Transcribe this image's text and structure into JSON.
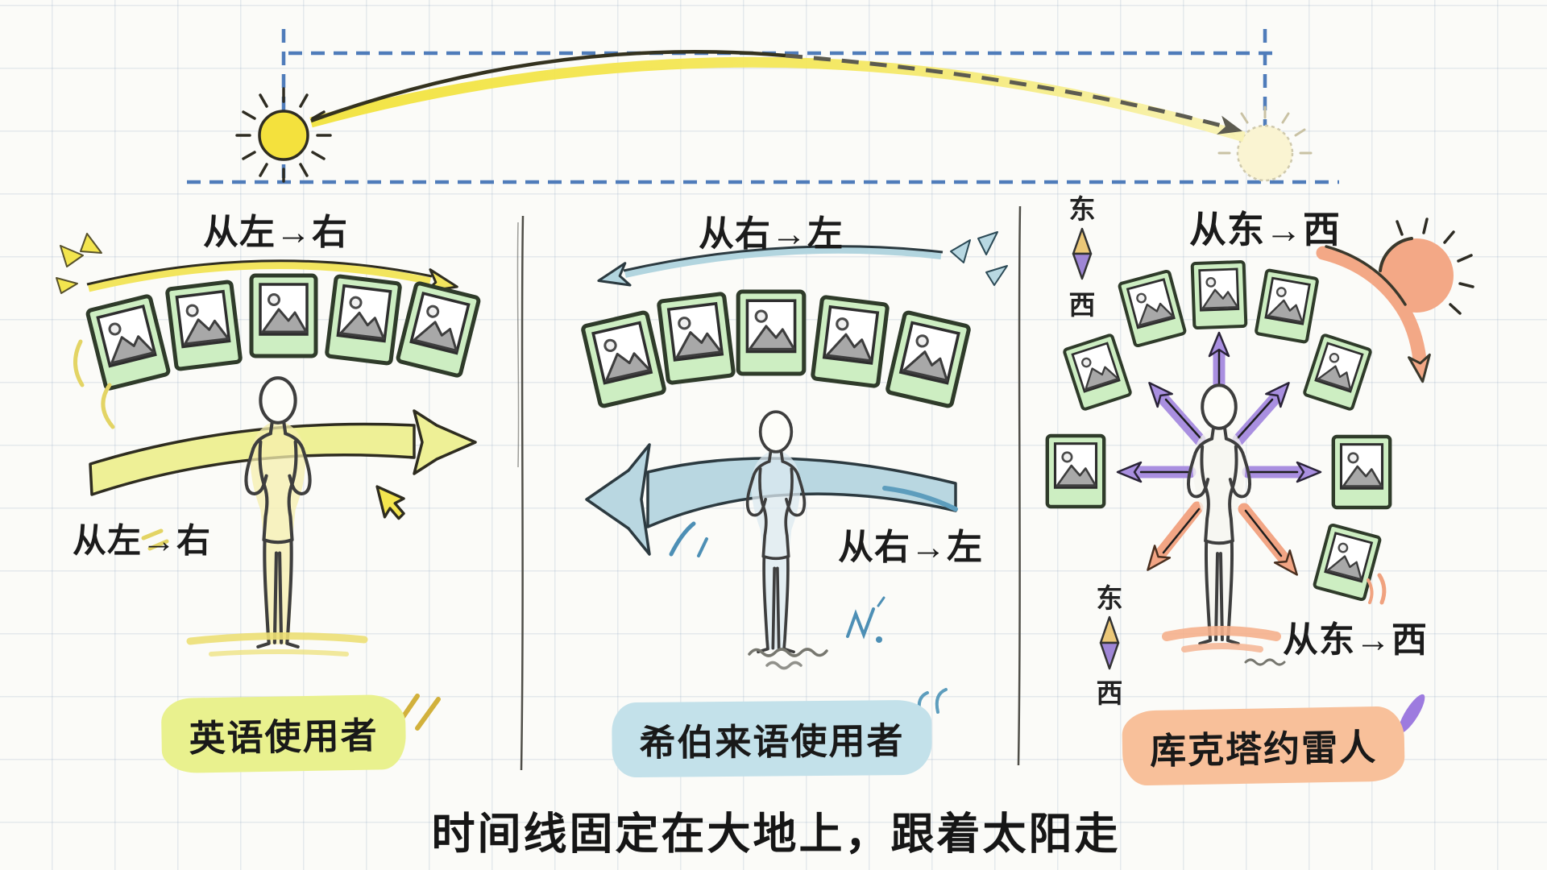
{
  "caption": "时间线固定在大地上，跟着太阳走",
  "panels": [
    {
      "id": "english",
      "name": "英语使用者",
      "top_direction": "从左→右",
      "figure_direction": "从左→右",
      "accent_color": "#e9f18e"
    },
    {
      "id": "hebrew",
      "name": "希伯来语使用者",
      "top_direction": "从右→左",
      "figure_direction": "从右→左",
      "accent_color": "#c3e1ea"
    },
    {
      "id": "kuuk-thaayorre",
      "name": "库克塔约雷人",
      "top_direction": "从东→西",
      "figure_direction": "从东→西",
      "accent_color": "#f8c09a",
      "compass_upper": {
        "east": "东",
        "west": "西"
      },
      "compass_lower": {
        "east": "东",
        "west": "西"
      }
    }
  ],
  "colors": {
    "sun_bright": "#f4e13d",
    "sun_faded": "#faf4d2",
    "sun_path_yellow": "#f2e33c",
    "construction_blue": "#4f7cba",
    "photo_frame_green": "#cdeec2",
    "yellow_arrow": "#eef096",
    "blue_arrow": "#b9d7e1",
    "purple_arrow": "#a98fe0",
    "salmon_arrow": "#f2a584",
    "compass_gold": "#ecc878",
    "compass_purple": "#9f86d6",
    "sunset_orange": "#f3a886"
  }
}
